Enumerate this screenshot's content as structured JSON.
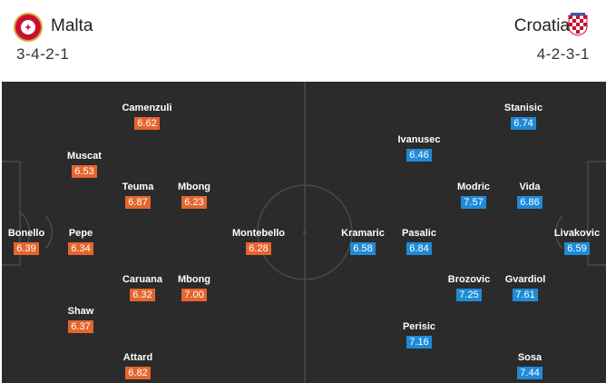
{
  "home": {
    "name": "Malta",
    "formation": "3-4-2-1",
    "crest_icon": "malta-crest",
    "rating_color": "#e5652f",
    "players": [
      {
        "name": "Bonello",
        "rating": "6.39"
      },
      {
        "name": "Muscat",
        "rating": "6.53"
      },
      {
        "name": "Pepe",
        "rating": "6.34"
      },
      {
        "name": "Shaw",
        "rating": "6.37"
      },
      {
        "name": "Camenzuli",
        "rating": "6.62"
      },
      {
        "name": "Teuma",
        "rating": "6.87"
      },
      {
        "name": "Caruana",
        "rating": "6.32"
      },
      {
        "name": "Attard",
        "rating": "6.82"
      },
      {
        "name": "Mbong",
        "rating": "6.23"
      },
      {
        "name": "Mbong",
        "rating": "7.00"
      },
      {
        "name": "Montebello",
        "rating": "6.28"
      }
    ]
  },
  "away": {
    "name": "Croatia",
    "formation": "4-2-3-1",
    "crest_icon": "croatia-crest",
    "rating_color": "#1f8ad6",
    "players": [
      {
        "name": "Livakovic",
        "rating": "6.59"
      },
      {
        "name": "Stanisic",
        "rating": "6.74"
      },
      {
        "name": "Vida",
        "rating": "6.86"
      },
      {
        "name": "Gvardiol",
        "rating": "7.61"
      },
      {
        "name": "Sosa",
        "rating": "7.44"
      },
      {
        "name": "Modric",
        "rating": "7.57"
      },
      {
        "name": "Brozovic",
        "rating": "7.25"
      },
      {
        "name": "Ivanusec",
        "rating": "6.46"
      },
      {
        "name": "Pasalic",
        "rating": "6.84"
      },
      {
        "name": "Perisic",
        "rating": "7.16"
      },
      {
        "name": "Kramaric",
        "rating": "6.58"
      }
    ]
  }
}
